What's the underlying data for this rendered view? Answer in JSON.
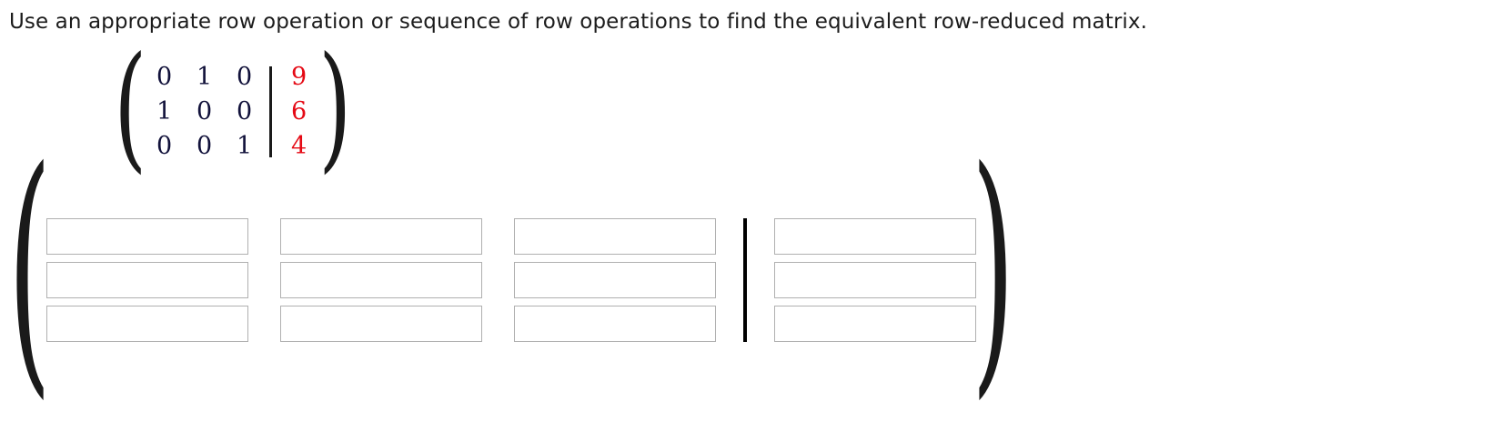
{
  "prompt": {
    "text": "Use an appropriate row operation or sequence of row operations to find the equivalent row-reduced matrix."
  },
  "given_matrix": {
    "open_paren": "(",
    "close_paren": ")",
    "divider": "|",
    "coefficients": [
      [
        "0",
        "1",
        "0"
      ],
      [
        "1",
        "0",
        "0"
      ],
      [
        "0",
        "0",
        "1"
      ]
    ],
    "augmented": [
      "9",
      "6",
      "4"
    ],
    "coefficient_color": "#11113a",
    "augmented_color": "#e50914"
  },
  "answer_matrix": {
    "open_paren": "(",
    "close_paren": ")",
    "divider": "|",
    "rows": 3,
    "columns": 4,
    "border_color": "#b0b0b0",
    "cells": [
      [
        {
          "value": "",
          "placeholder": ""
        },
        {
          "value": "",
          "placeholder": ""
        },
        {
          "value": "",
          "placeholder": ""
        },
        {
          "value": "",
          "placeholder": ""
        }
      ],
      [
        {
          "value": "",
          "placeholder": ""
        },
        {
          "value": "",
          "placeholder": ""
        },
        {
          "value": "",
          "placeholder": ""
        },
        {
          "value": "",
          "placeholder": ""
        }
      ],
      [
        {
          "value": "",
          "placeholder": ""
        },
        {
          "value": "",
          "placeholder": ""
        },
        {
          "value": "",
          "placeholder": ""
        },
        {
          "value": "",
          "placeholder": ""
        }
      ]
    ]
  }
}
